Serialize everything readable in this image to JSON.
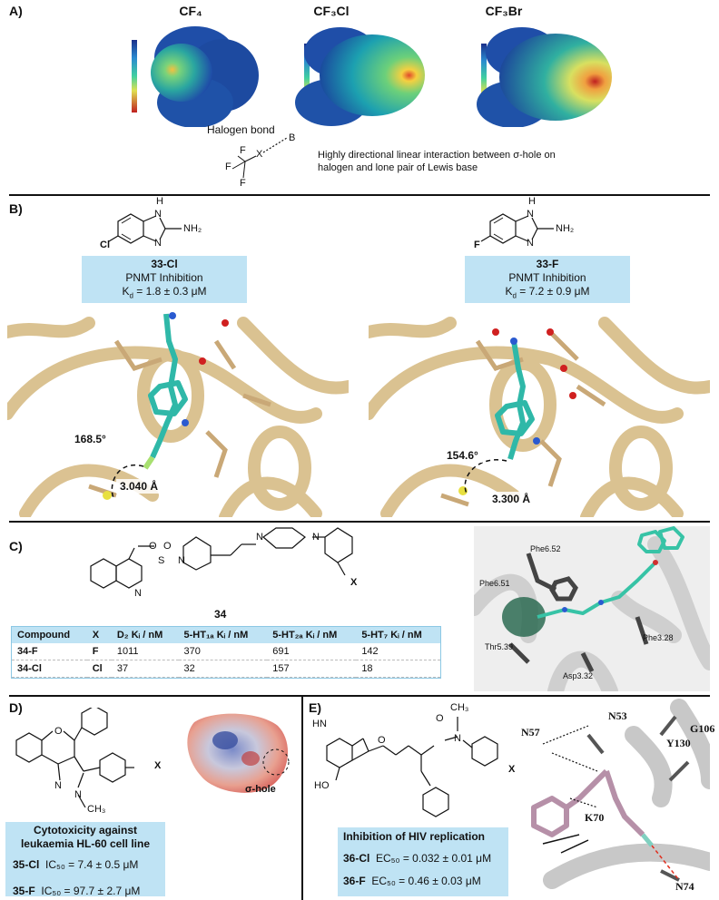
{
  "panelA": {
    "label": "A)",
    "molecules": [
      "CF₄",
      "CF₃Cl",
      "CF₃Br"
    ],
    "halogen_bond_label": "Halogen bond",
    "scheme_atoms": {
      "f1": "F",
      "f2": "F",
      "f3": "F",
      "x": "X",
      "b": "B"
    },
    "description": "Highly directional linear interaction between σ-hole on halogen and lone pair of Lewis base"
  },
  "panelB": {
    "label": "B)",
    "left": {
      "compound": "33-Cl",
      "assay": "PNMT Inhibition",
      "kd": "K",
      "kd_sub": "d",
      "kd_value": " = 1.8 ± 0.3 μM",
      "angle": "168.5°",
      "distance": "3.040 Å",
      "substituent": "Cl"
    },
    "right": {
      "compound": "33-F",
      "assay": "PNMT Inhibition",
      "kd": "K",
      "kd_sub": "d",
      "kd_value": " = 7.2 ± 0.9 μM",
      "angle": "154.6°",
      "distance": "3.300 Å",
      "substituent": "F"
    },
    "mol_atoms": {
      "h": "H",
      "nh2": "NH₂",
      "n": "N"
    }
  },
  "panelC": {
    "label": "C)",
    "compound_number": "34",
    "x_label": "X",
    "atoms": {
      "s": "S",
      "o1": "O",
      "o2": "O",
      "n1": "N",
      "n2": "N",
      "n3": "N",
      "n4": "N"
    },
    "table": {
      "headers": [
        "Compound",
        "X",
        "D₂ Kᵢ / nM",
        "5-HT₁ₐ Kᵢ / nM",
        "5-HT₂ₐ Kᵢ / nM",
        "5-HT₇ Kᵢ / nM"
      ],
      "rows": [
        [
          "34-F",
          "F",
          "1011",
          "370",
          "691",
          "142"
        ],
        [
          "34-Cl",
          "Cl",
          "37",
          "32",
          "157",
          "18"
        ]
      ]
    },
    "residues": [
      "Phe6.52",
      "Phe6.51",
      "Phe3.28",
      "Thr5.39",
      "Asp3.32"
    ]
  },
  "panelD": {
    "label": "D)",
    "atoms": {
      "o": "O",
      "n1": "N",
      "n2": "N",
      "ch3": "CH₃",
      "x": "X"
    },
    "sigma_hole": "σ-hole",
    "box_title": "Cytotoxicity against leukaemia HL-60 cell line",
    "row1_cpd": "35-Cl",
    "row1_val": "IC₅₀ = 7.4 ± 0.5 μM",
    "row2_cpd": "35-F",
    "row2_val": "IC₅₀ = 97.7 ± 2.7 μM"
  },
  "panelE": {
    "label": "E)",
    "atoms": {
      "hn": "HN",
      "ho": "HO",
      "o1": "O",
      "o2": "O",
      "n": "N",
      "ch3": "CH₃",
      "x": "X"
    },
    "box_title": "Inhibition of HIV replication",
    "row1_cpd": "36-Cl",
    "row1_val": "EC₅₀ = 0.032 ± 0.01 μM",
    "row2_cpd": "36-F",
    "row2_val": "EC₅₀ = 0.46 ± 0.03 μM",
    "residues": [
      "N53",
      "N57",
      "G106",
      "Y130",
      "K70",
      "N74"
    ]
  }
}
